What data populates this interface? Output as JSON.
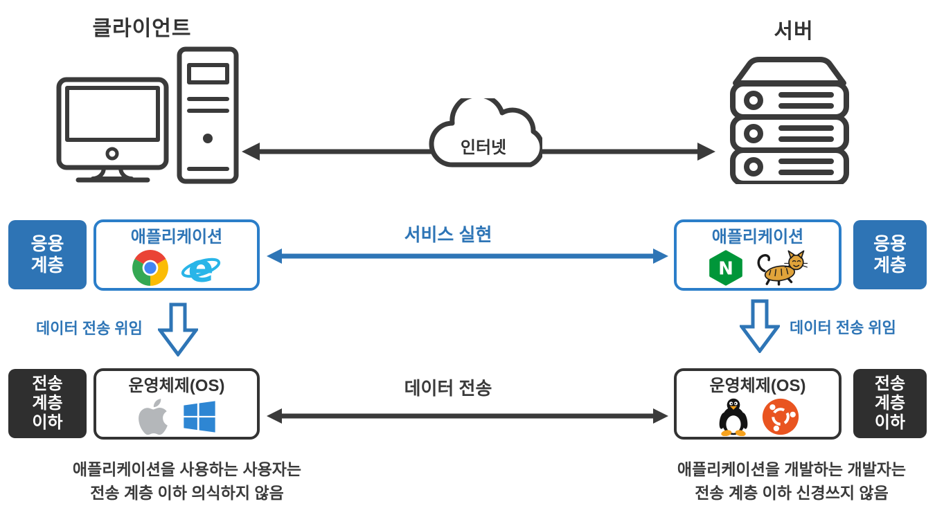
{
  "colors": {
    "accent_blue": "#2e75b6",
    "layer_badge_blue": "#2e74b5",
    "layer_badge_dark": "#2f2f2f",
    "line_dark": "#3a3a3a"
  },
  "header": {
    "client_label": "클라이언트",
    "server_label": "서버",
    "internet_label": "인터넷"
  },
  "application_row": {
    "layer_badge_lines": [
      "응용",
      "계층"
    ],
    "app_box_title": "애플리케이션",
    "service_arrow_label": "서비스 실현",
    "delegation_label": "데이터 전송 위임"
  },
  "transport_row": {
    "layer_badge_lines": [
      "전송",
      "계층",
      "이하"
    ],
    "os_box_title": "운영체제(OS)",
    "transfer_arrow_label": "데이터 전송"
  },
  "captions": {
    "client_lines": [
      "애플리케이션을 사용하는 사용자는",
      "전송 계층 이하 의식하지 않음"
    ],
    "server_lines": [
      "애플리케이션을 개발하는 개발자는",
      "전송 계층 이하 신경쓰지 않음"
    ]
  },
  "icons": {
    "client": "desktop-computer-icon",
    "server": "server-stack-icon",
    "internet": "cloud-icon",
    "client_app": [
      "chrome-icon",
      "internet-explorer-icon"
    ],
    "server_app": [
      "nginx-icon",
      "tomcat-icon"
    ],
    "client_os": [
      "apple-icon",
      "windows-icon"
    ],
    "server_os": [
      "linux-tux-icon",
      "ubuntu-icon"
    ]
  }
}
